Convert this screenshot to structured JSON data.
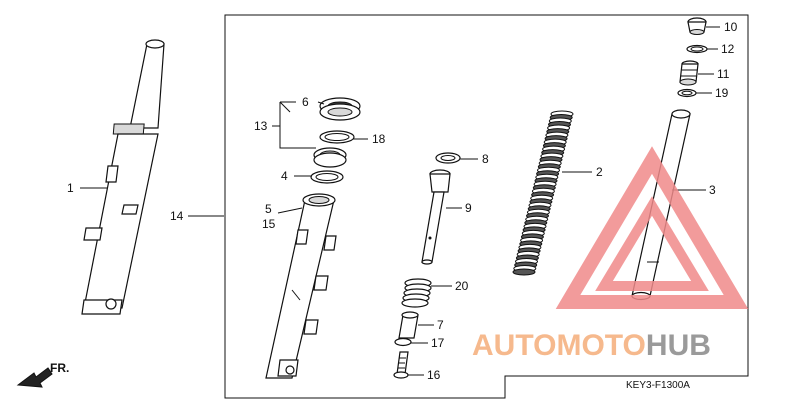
{
  "diagram": {
    "diagram_code": "KEY3-F1300A",
    "direction_label": "FR.",
    "callouts": [
      {
        "id": "1",
        "text": "1"
      },
      {
        "id": "2",
        "text": "2"
      },
      {
        "id": "3",
        "text": "3"
      },
      {
        "id": "4",
        "text": "4"
      },
      {
        "id": "5",
        "text": "5"
      },
      {
        "id": "6",
        "text": "6"
      },
      {
        "id": "7",
        "text": "7"
      },
      {
        "id": "8",
        "text": "8"
      },
      {
        "id": "9",
        "text": "9"
      },
      {
        "id": "10",
        "text": "10"
      },
      {
        "id": "11",
        "text": "11"
      },
      {
        "id": "12",
        "text": "12"
      },
      {
        "id": "13",
        "text": "13"
      },
      {
        "id": "14",
        "text": "14"
      },
      {
        "id": "15",
        "text": "15"
      },
      {
        "id": "16",
        "text": "16"
      },
      {
        "id": "17",
        "text": "17"
      },
      {
        "id": "18",
        "text": "18"
      },
      {
        "id": "19",
        "text": "19"
      },
      {
        "id": "20",
        "text": "20"
      }
    ]
  },
  "watermark": {
    "part1": "AUTOMOTO",
    "part2": "HUB",
    "color_primary": "#f6b98d",
    "color_secondary": "#9a9a9a",
    "triangle_color": "#f08a8a"
  }
}
